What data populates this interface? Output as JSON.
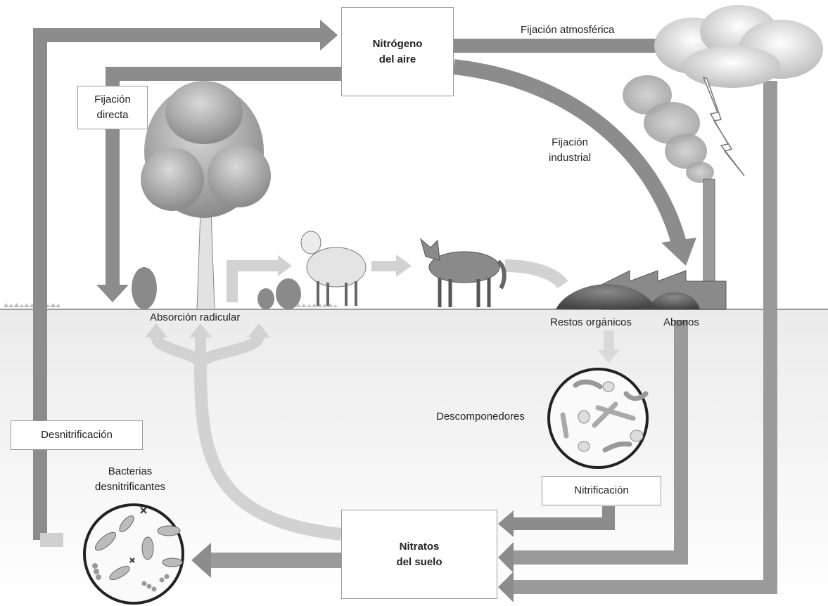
{
  "nodes": {
    "air_nitrogen": {
      "line1": "Nitrógeno",
      "line2": "del aire"
    },
    "soil_nitrates": {
      "line1": "Nitratos",
      "line2": "del suelo"
    }
  },
  "processes": {
    "atmospheric_fixation": "Fijación atmosférica",
    "direct_fixation": {
      "line1": "Fijación",
      "line2": "directa"
    },
    "industrial_fixation": {
      "line1": "Fijación",
      "line2": "industrial"
    },
    "root_absorption": "Absorción radicular",
    "denitrification": "Desnitrificación",
    "nitrification": "Nitrificación"
  },
  "labels": {
    "organic_remains": "Restos orgánicos",
    "fertilizers": "Abonos",
    "decomposers": "Descomponedores",
    "denitrifying_bacteria": {
      "line1": "Bacterias",
      "line2": "desnitrificantes"
    }
  },
  "colors": {
    "arrow_dark": "#8c8c8c",
    "arrow_light": "#c8c8c8",
    "ground_line": "#9a9a9a",
    "soil_shade": "#f0f0f0",
    "box_border": "#9a9a9a"
  }
}
